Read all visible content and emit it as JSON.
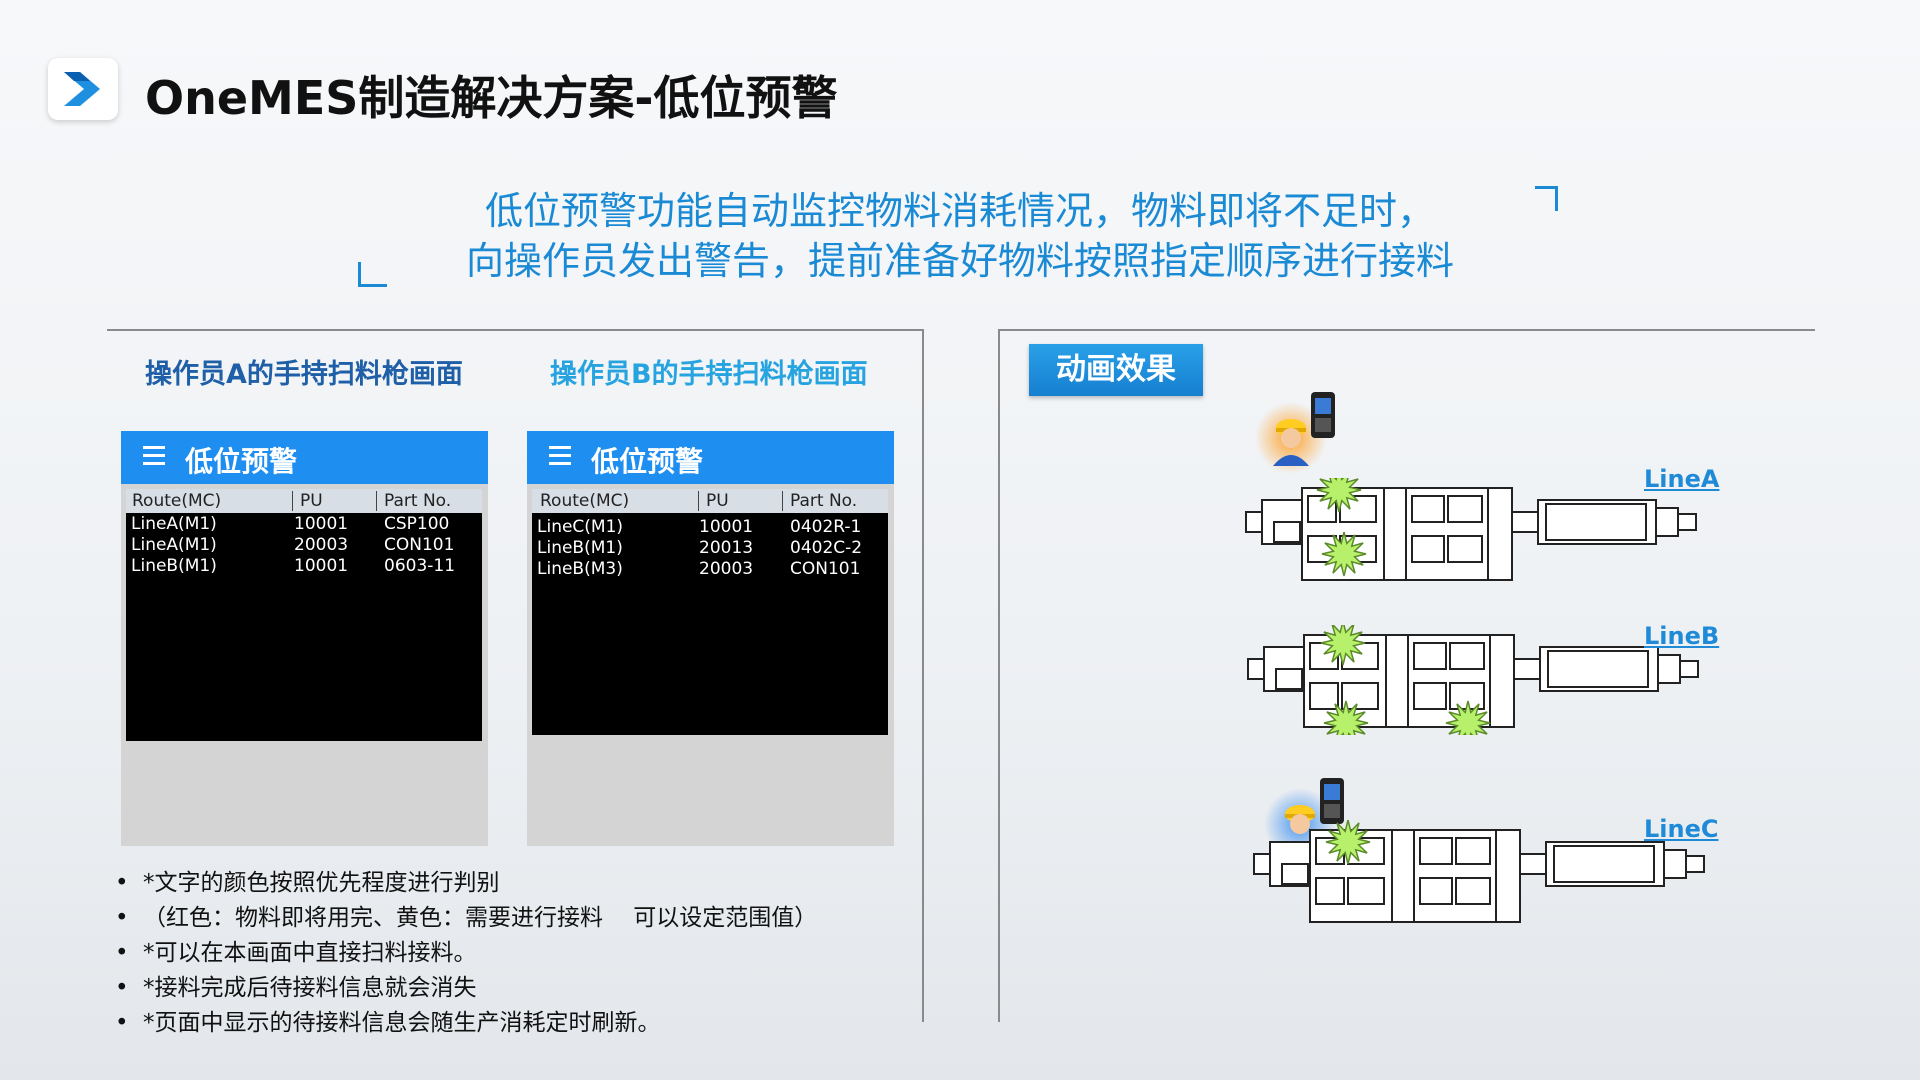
{
  "title": "OneMES制造解决方案-低位预警",
  "intro": {
    "line1": "低位预警功能自动监控物料消耗情况，物料即将不足时，",
    "line2": "向操作员发出警告，提前准备好物料按照指定顺序进行接料"
  },
  "operator_a": {
    "label": "操作员A的手持扫料枪画面",
    "screen_title": "低位预警",
    "columns": [
      "Route(MC)",
      "PU",
      "Part No."
    ],
    "rows": [
      [
        "LineA(M1)",
        "10001",
        "CSP100"
      ],
      [
        "LineA(M1)",
        "20003",
        "CON101"
      ],
      [
        "LineB(M1)",
        "10001",
        "0603-11"
      ]
    ]
  },
  "operator_b": {
    "label": "操作员B的手持扫料枪画面",
    "screen_title": "低位预警",
    "columns": [
      "Route(MC)",
      "PU",
      "Part No."
    ],
    "rows": [
      [
        "LineC(M1)",
        "10001",
        "0402R-1"
      ],
      [
        "LineB(M1)",
        "20013",
        "0402C-2"
      ],
      [
        "LineB(M3)",
        "20003",
        "CON101"
      ]
    ]
  },
  "notes": [
    "*文字的颜色按照优先程度进行判别",
    "（红色：物料即将用完、黄色：需要进行接料　 可以设定范围值）",
    "*可以在本画面中直接扫料接料。",
    "*接料完成后待接料信息就会消失",
    "*页面中显示的待接料信息会随生产消耗定时刷新。"
  ],
  "animation": {
    "label": "动画效果",
    "lines": [
      "LineA",
      "LineB",
      "LineC"
    ]
  },
  "colors": {
    "accent_blue": "#1a8ad4",
    "device_header": "#1e8ff0",
    "alert_green": "#b7f06a",
    "worker_a_glow": "#ff9a1a",
    "worker_b_glow": "#3a8ef0"
  }
}
